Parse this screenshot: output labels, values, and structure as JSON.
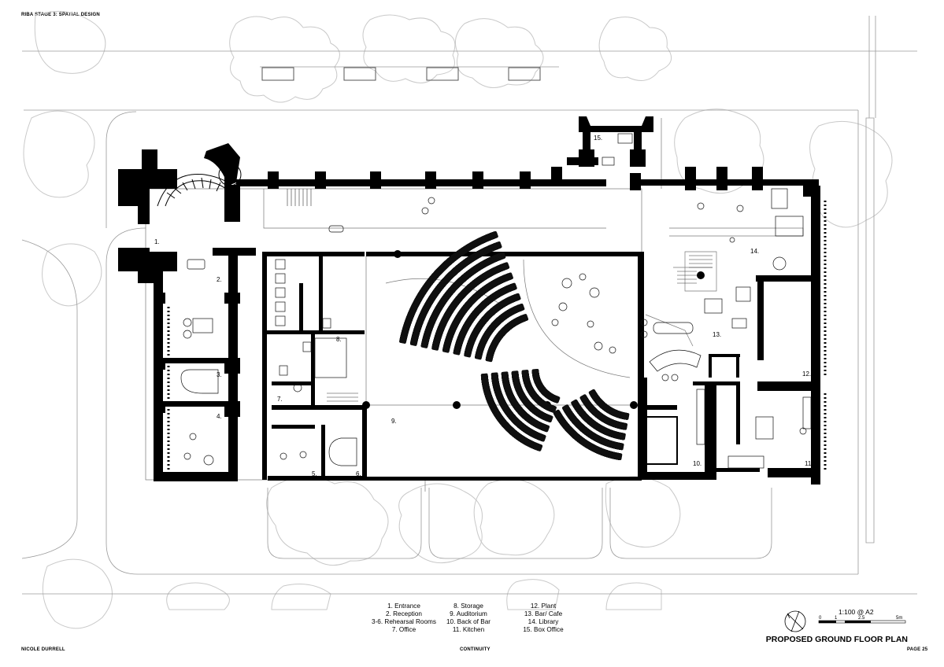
{
  "header": {
    "stage": "RIBA STAGE 3: SPATIAL DESIGN"
  },
  "footer": {
    "author": "NICOLE DURRELL",
    "project": "CONTINUITY",
    "page": "PAGE 25"
  },
  "plan": {
    "title": "PROPOSED GROUND FLOOR PLAN",
    "scale": "1:100 @ A2",
    "scale_ticks": [
      "0",
      "1",
      "2.5",
      "5m"
    ],
    "room_labels": [
      {
        "id": "1",
        "text": "1."
      },
      {
        "id": "2",
        "text": "2."
      },
      {
        "id": "3",
        "text": "3."
      },
      {
        "id": "4",
        "text": "4."
      },
      {
        "id": "5",
        "text": "5."
      },
      {
        "id": "6",
        "text": "6."
      },
      {
        "id": "7",
        "text": "7."
      },
      {
        "id": "8",
        "text": "8."
      },
      {
        "id": "9",
        "text": "9."
      },
      {
        "id": "10",
        "text": "10."
      },
      {
        "id": "11",
        "text": "11."
      },
      {
        "id": "12",
        "text": "12."
      },
      {
        "id": "13",
        "text": "13."
      },
      {
        "id": "14",
        "text": "14."
      },
      {
        "id": "15",
        "text": "15."
      }
    ]
  },
  "legend": {
    "col1": [
      "1. Entrance",
      "2. Reception",
      "3-6. Rehearsal Rooms",
      "7. Office"
    ],
    "col2": [
      "8. Storage",
      "9. Auditorium",
      "10. Back of Bar",
      "11. Kitchen"
    ],
    "col3": [
      "12. Plant",
      "13. Bar/ Cafe",
      "14. Library",
      "15. Box Office"
    ]
  }
}
